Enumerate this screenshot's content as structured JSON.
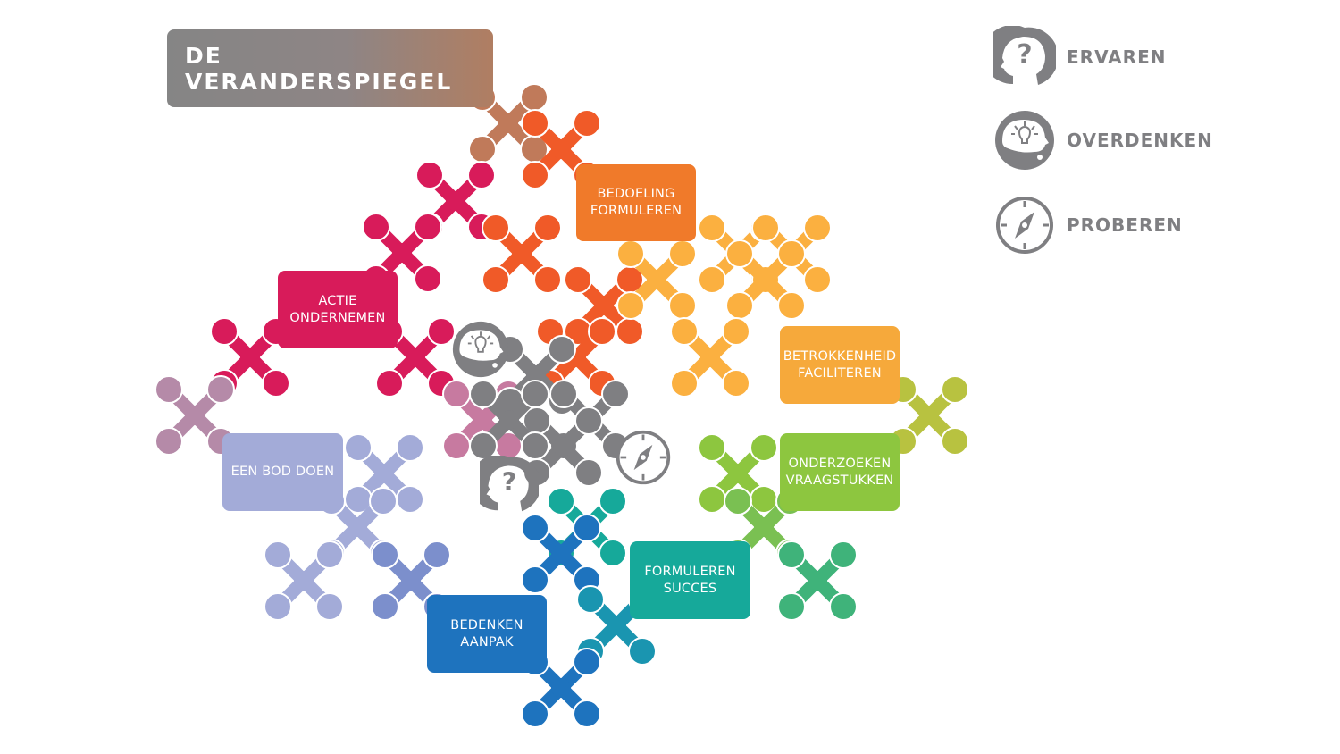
{
  "title": "DE VERANDERSPIEGEL",
  "steps": [
    {
      "line1": "BEDOELING",
      "line2": "FORMULEREN",
      "color": "#F07A2A"
    },
    {
      "line1": "ACTIE",
      "line2": "ONDERNEMEN",
      "color": "#D81B5A"
    },
    {
      "line1": "BETROKKENHEID",
      "line2": "FACILITEREN",
      "color": "#F6A93B"
    },
    {
      "line1": "EEN BOD DOEN",
      "line2": "",
      "color": "#A3ABD8"
    },
    {
      "line1": "ONDERZOEKEN",
      "line2": "VRAAGSTUKKEN",
      "color": "#8DC63F"
    },
    {
      "line1": "FORMULEREN",
      "line2": "SUCCES",
      "color": "#16A99A"
    },
    {
      "line1": "BEDENKEN",
      "line2": "AANPAK",
      "color": "#1E73BE"
    }
  ],
  "legend": [
    {
      "label": "ERVAREN",
      "icon": "head-question-icon"
    },
    {
      "label": "OVERDENKEN",
      "icon": "thought-lightbulb-icon"
    },
    {
      "label": "PROBEREN",
      "icon": "compass-icon"
    }
  ],
  "colors": {
    "grey": "#7f7f82"
  }
}
